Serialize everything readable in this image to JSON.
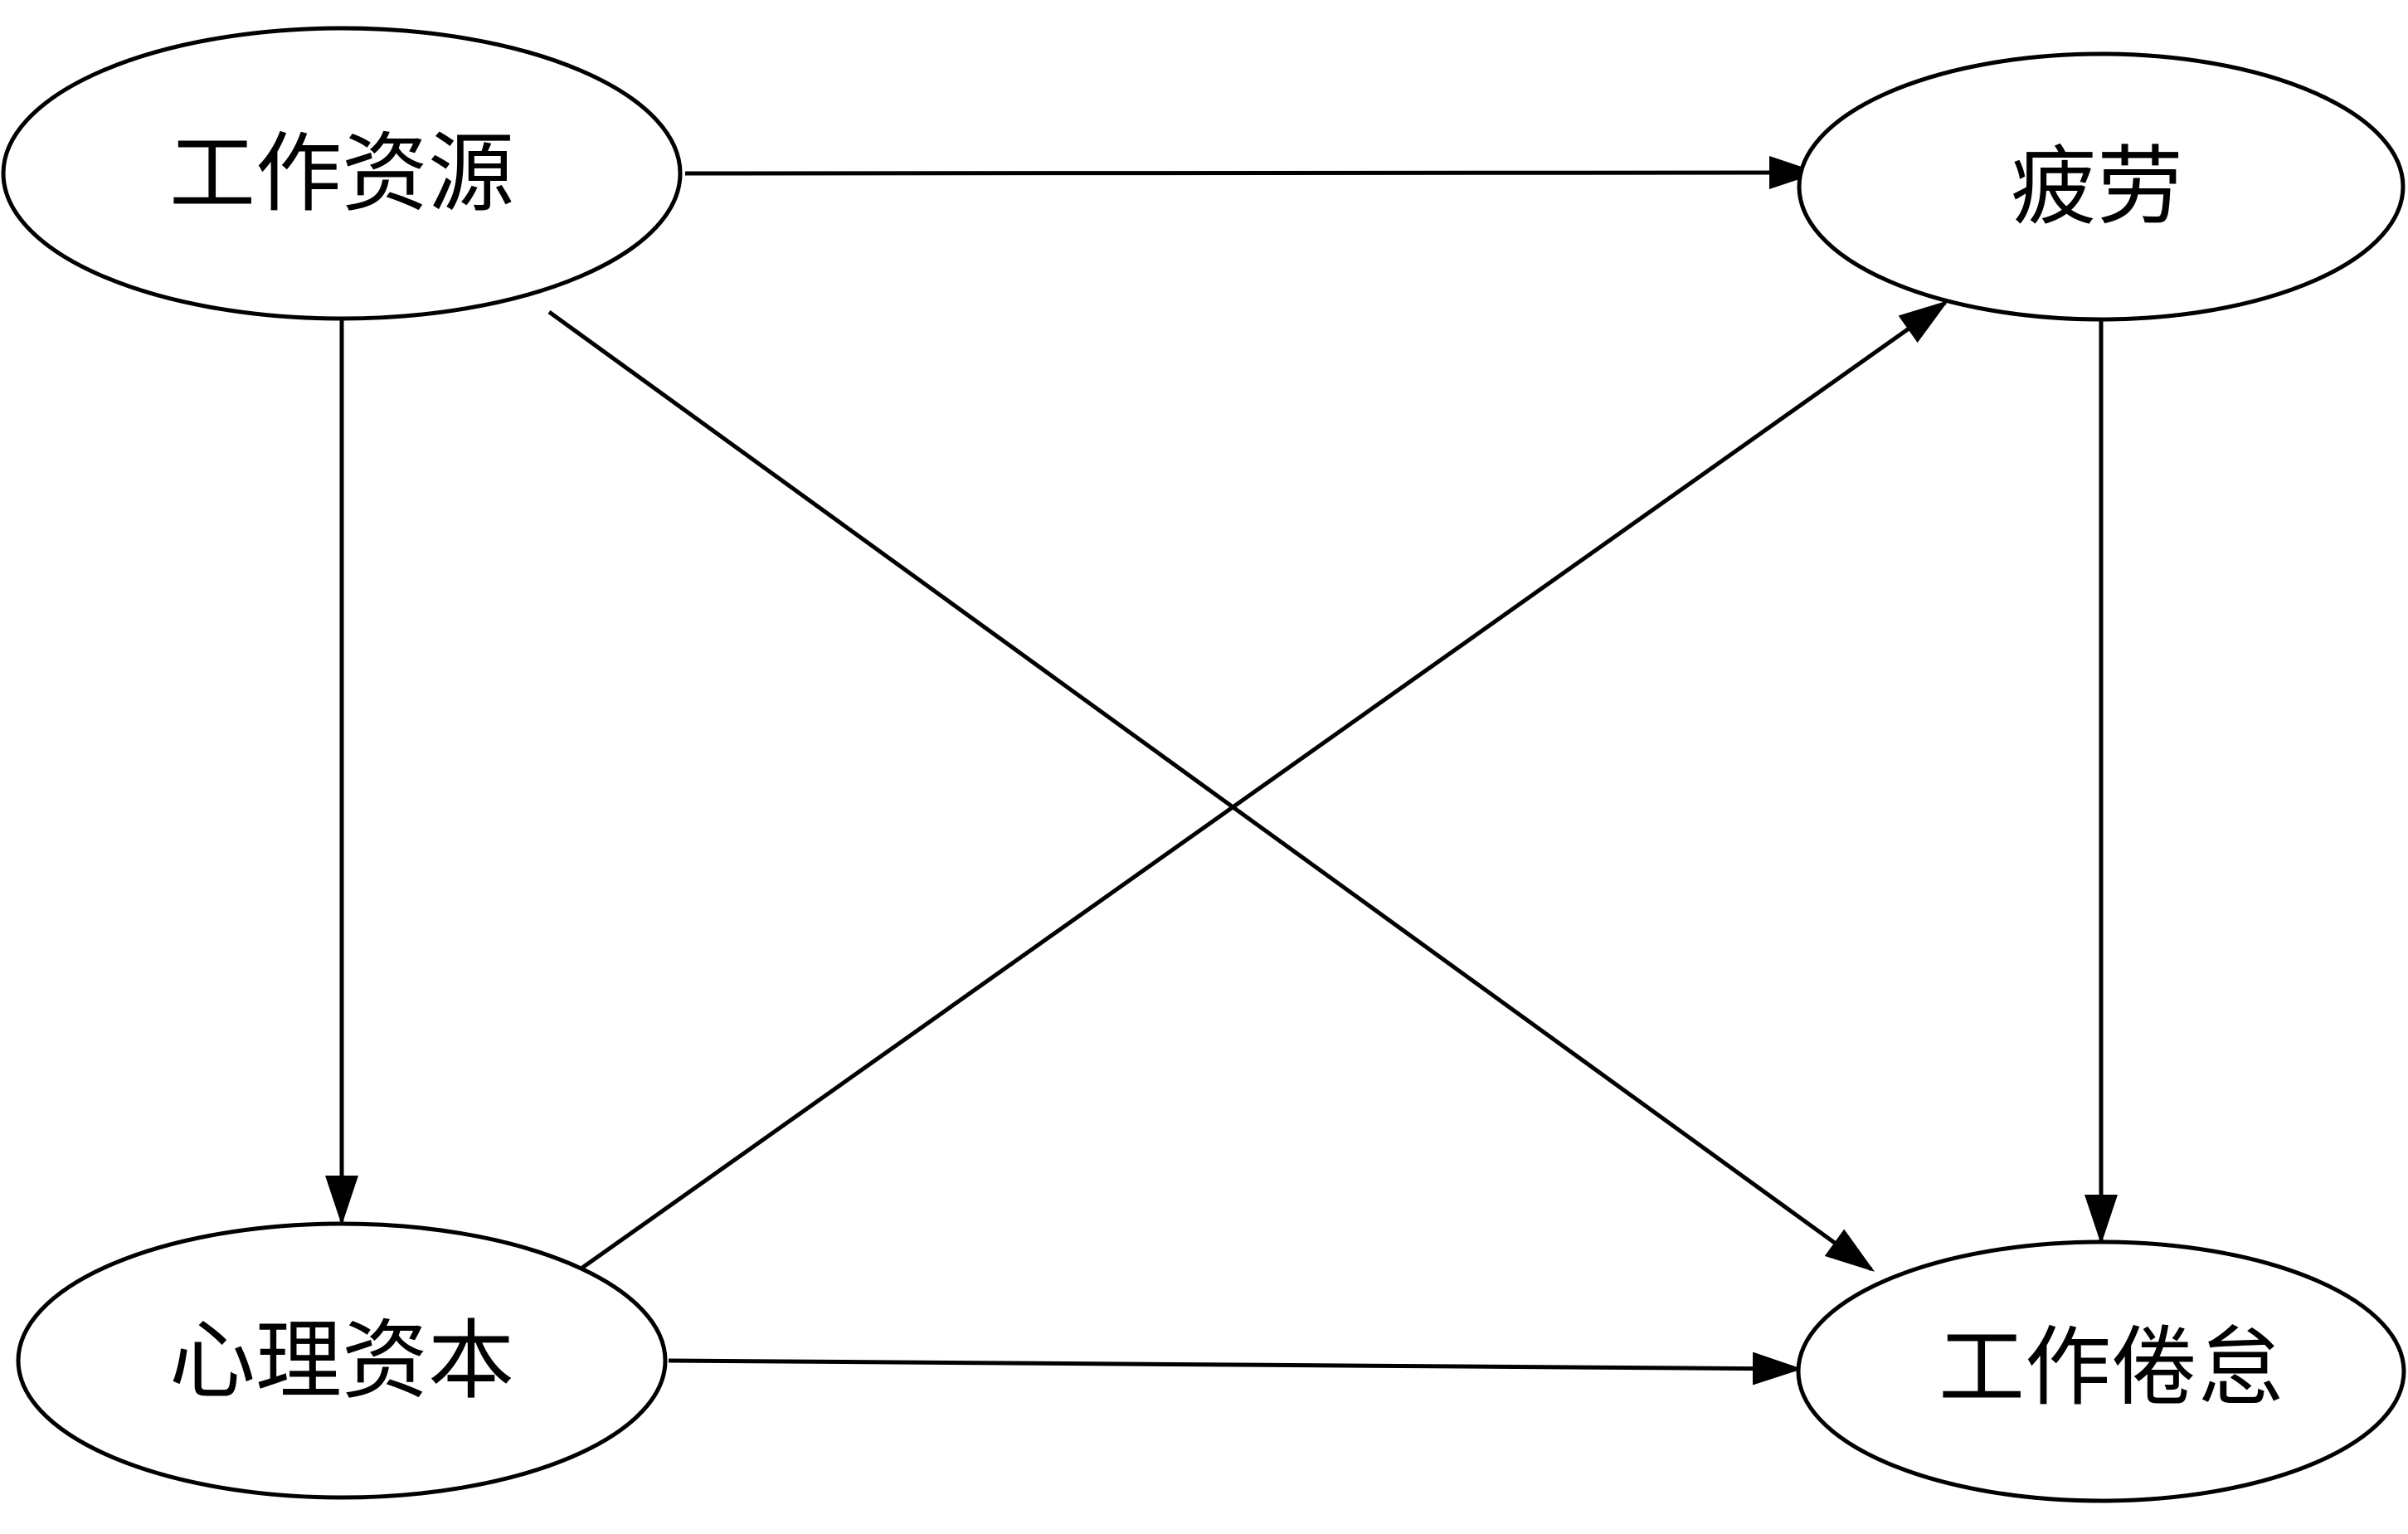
{
  "diagram": {
    "type": "path-diagram",
    "nodes": [
      {
        "id": "work_resources",
        "label": "工作资源"
      },
      {
        "id": "fatigue",
        "label": "疲劳"
      },
      {
        "id": "psych_capital",
        "label": "心理资本"
      },
      {
        "id": "work_burnout",
        "label": "工作倦怠"
      }
    ],
    "edges": [
      {
        "from": "work_resources",
        "to": "fatigue"
      },
      {
        "from": "work_resources",
        "to": "psych_capital"
      },
      {
        "from": "work_resources",
        "to": "work_burnout"
      },
      {
        "from": "psych_capital",
        "to": "fatigue"
      },
      {
        "from": "psych_capital",
        "to": "work_burnout"
      },
      {
        "from": "fatigue",
        "to": "work_burnout"
      }
    ],
    "colors": {
      "stroke": "#000000",
      "fill": "#ffffff",
      "text": "#000000"
    }
  }
}
